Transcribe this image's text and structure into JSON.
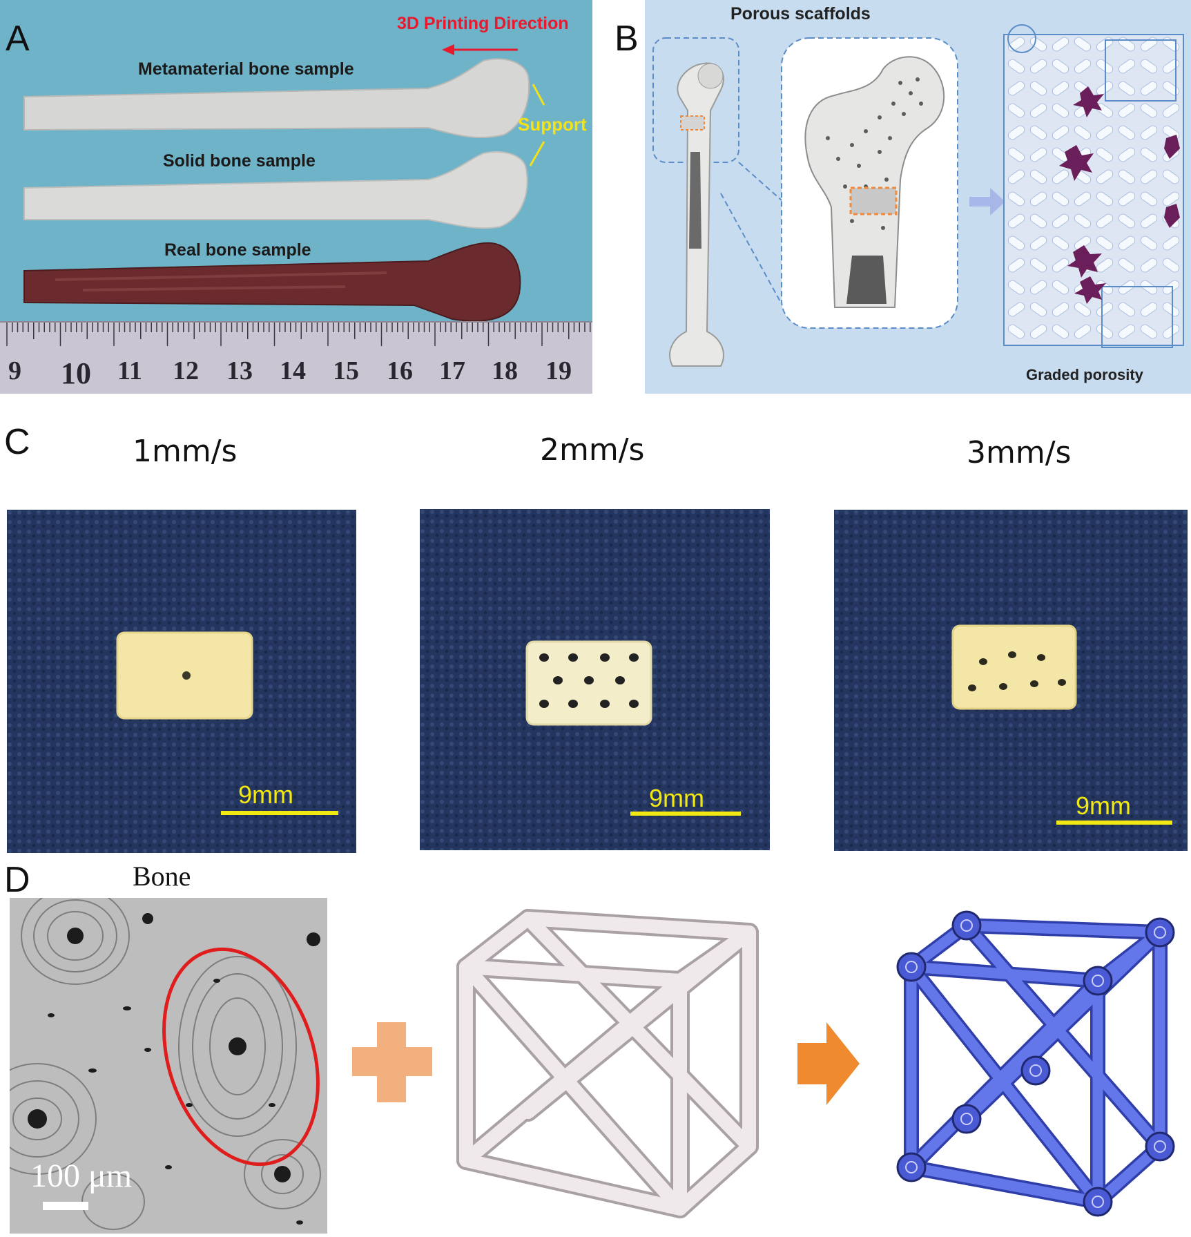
{
  "panel_a": {
    "letter": "A",
    "print_direction": "3D Printing Direction",
    "metamaterial_label": "Metamaterial bone sample",
    "support_label": "Support",
    "solid_label": "Solid bone sample",
    "real_label": "Real bone sample",
    "ruler_numbers": [
      "9",
      "10",
      "11",
      "12",
      "13",
      "14",
      "15",
      "16",
      "17",
      "18",
      "19"
    ]
  },
  "panel_b": {
    "letter": "B",
    "title": "Porous scaffolds",
    "graded_label": "Graded porosity"
  },
  "panel_c": {
    "letter": "C",
    "speeds": [
      "1mm/s",
      "2mm/s",
      "3mm/s"
    ],
    "scale_label": "9mm"
  },
  "panel_d": {
    "letter": "D",
    "bone_title": "Bone",
    "scale_label": "100 μm"
  },
  "colors": {
    "panel_a_bg": "#6fb3c9",
    "panel_b_bg": "#c7dcef",
    "photo_bg": "#23355f",
    "scaffold_yellow": "#f4e6a6",
    "scale_yellow": "#f2e812",
    "lattice_white": "#ece6e8",
    "lattice_blue": "#5b6fe0",
    "plus_orange": "#f3b07f",
    "arrow_orange": "#ef8a2e",
    "ellipse_red": "#e01d1d"
  }
}
